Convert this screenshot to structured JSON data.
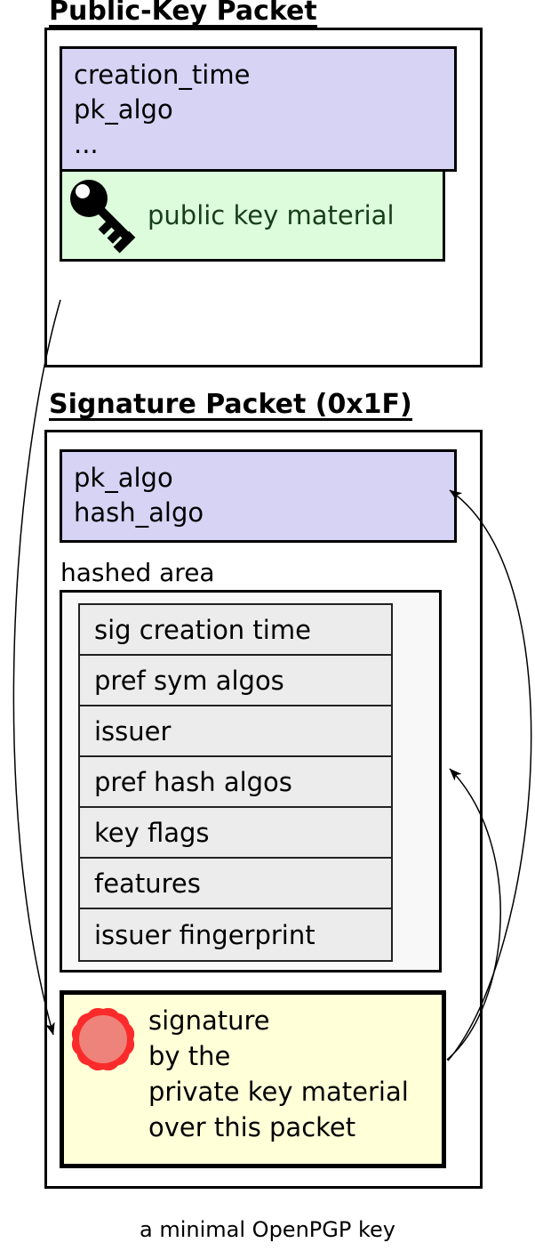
{
  "diagram": {
    "caption": "a minimal OpenPGP key",
    "packet1": {
      "title": "Public-Key Packet",
      "field_lines": [
        "creation_time",
        "pk_algo",
        "..."
      ],
      "material_label": "public key material"
    },
    "packet2": {
      "title": "Signature Packet (0x1F)",
      "field_lines": [
        "pk_algo",
        "hash_algo"
      ],
      "hashed_area_label": "hashed area",
      "subpackets": [
        "sig creation time",
        "pref sym algos",
        "issuer",
        "pref hash algos",
        "key flags",
        "features",
        "issuer fingerprint"
      ],
      "signature_lines": [
        "signature",
        "by the",
        "private key material",
        "over this packet"
      ]
    },
    "icons": {
      "key": "key-icon",
      "seal": "seal-icon"
    },
    "colors": {
      "fields_bg": "#d7d3f5",
      "material_bg": "#dcfcdc",
      "material_text": "#173f17",
      "hashed_bg": "#f8f8f8",
      "subpacket_row_bg": "#ececec",
      "signature_bg": "#ffffd8",
      "seal_outer": "#fb2b2b",
      "seal_inner": "#ee837b",
      "line": "#000000"
    }
  }
}
